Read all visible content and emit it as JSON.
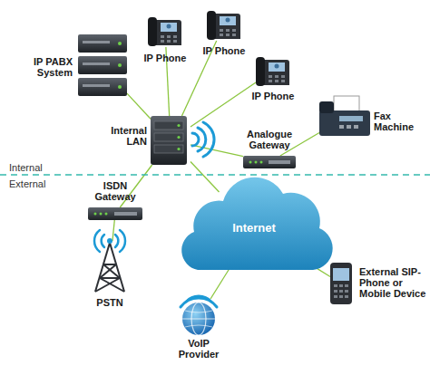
{
  "diagram": {
    "nodes": [
      {
        "text": [
          "IP PABX System"
        ]
      },
      {
        "text": [
          "IP Phone"
        ]
      },
      {
        "text": [
          "IP Phone"
        ]
      },
      {
        "text": [
          "IP Phone"
        ]
      },
      {
        "text": [
          "Internal LAN"
        ]
      },
      {
        "text": [
          "Fax Machine"
        ]
      },
      {
        "text": [
          "Analogue Gateway"
        ]
      },
      {
        "text": [
          "ISDN Gateway"
        ]
      },
      {
        "text": [
          "Internet"
        ]
      },
      {
        "text": [
          "PSTN"
        ]
      },
      {
        "text": [
          "External SIP-Phone or Mobile Device"
        ]
      },
      {
        "text": [
          "VoIP Provider"
        ]
      }
    ],
    "edges": [
      {
        "from": 4,
        "to": 0,
        "arrow": "none"
      },
      {
        "from": 4,
        "to": 1,
        "arrow": "none"
      },
      {
        "from": 4,
        "to": 2,
        "arrow": "none"
      },
      {
        "from": 4,
        "to": 3,
        "arrow": "none"
      },
      {
        "from": 4,
        "to": 6,
        "arrow": "none"
      },
      {
        "from": 6,
        "to": 5,
        "arrow": "none"
      },
      {
        "from": 4,
        "to": 7,
        "arrow": "none"
      },
      {
        "from": 4,
        "to": 8,
        "arrow": "none"
      },
      {
        "from": 7,
        "to": 9,
        "arrow": "none"
      },
      {
        "from": 8,
        "to": 10,
        "arrow": "none"
      },
      {
        "from": 8,
        "to": 11,
        "arrow": "none"
      }
    ],
    "labels": [
      "Internal",
      "External"
    ]
  }
}
